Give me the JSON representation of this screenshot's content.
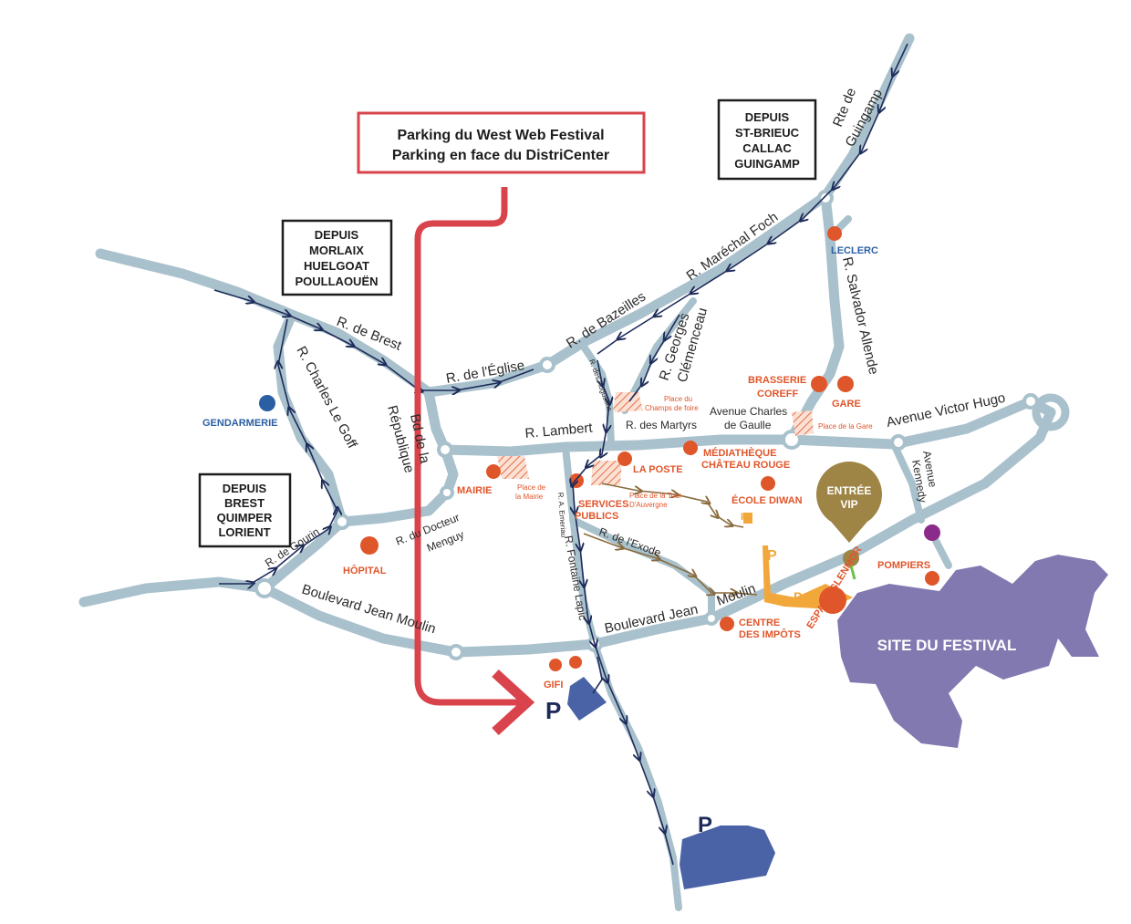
{
  "callout": {
    "line1": "Parking du West Web Festival",
    "line2": "Parking en face du DistriCenter"
  },
  "origin_boxes": {
    "st_brieuc": [
      "DEPUIS",
      "ST-BRIEUC",
      "CALLAC",
      "GUINGAMP"
    ],
    "morlaix": [
      "DEPUIS",
      "MORLAIX",
      "HUELGOAT",
      "POULLAOUËN"
    ],
    "brest": [
      "DEPUIS",
      "BREST",
      "QUIMPER",
      "LORIENT"
    ]
  },
  "streets": {
    "rte_guingamp_1": "Rte de",
    "rte_guingamp_2": "Guingamp",
    "marechal_foch": "R. Maréchal Foch",
    "salvador_allende": "R. Salvador Allende",
    "bazeilles": "R. de Bazeilles",
    "georges_1": "R. Georges",
    "georges_2": "Clémenceau",
    "augustins": "R. des Augustins",
    "brest": "R. de Brest",
    "eglise": "R. de l'Église",
    "charles_le_goff": "R. Charles Le Goff",
    "republique_1": "Bd de la",
    "republique_2": "République",
    "lambert": "R. Lambert",
    "martyrs": "R. des Martyrs",
    "charles_de_gaulle_1": "Avenue Charles",
    "charles_de_gaulle_2": "de Gaulle",
    "victor_hugo": "Avenue Victor Hugo",
    "kennedy_1": "Avenue",
    "kennedy_2": "Kennedy",
    "emeriau": "R. A. Emeriau",
    "fontaine_lapic": "R. Fontaine Lapic",
    "exode": "R. de l'Exode",
    "docteur_1": "R. du Docteur",
    "docteur_2": "Menguy",
    "gourin": "R. de Gourin",
    "jean_moulin_west": "Boulevard Jean Moulin",
    "jean_moulin_east_1": "Boulevard Jean",
    "jean_moulin_east_2": "Moulin"
  },
  "places": {
    "champ_de_foire_1": "Place du",
    "champ_de_foire_2": "Champs de foire",
    "mairie_1": "Place de",
    "mairie_2": "la Mairie",
    "tour_auvergne_1": "Place de la Tour",
    "tour_auvergne_2": "D'Auvergne",
    "gare": "Place de la Gare"
  },
  "pois": {
    "leclerc": "LECLERC",
    "brasserie_1": "BRASSERIE",
    "brasserie_2": "COREFF",
    "gare": "GARE",
    "gendarmerie": "GENDARMERIE",
    "mairie": "MAIRIE",
    "la_poste": "LA POSTE",
    "mediatheque_1": "MÉDIATHÈQUE",
    "mediatheque_2": "CHÂTEAU ROUGE",
    "ecole_diwan": "ÉCOLE DIWAN",
    "services_1": "SERVICES",
    "services_2": "PUBLICS",
    "hopital": "HÔPITAL",
    "pompiers": "POMPIERS",
    "impots_1": "CENTRE",
    "impots_2": "DES IMPÔTS",
    "glenmor": "ESPACE GLENMOR",
    "gifi": "GIFI"
  },
  "entree_vip": {
    "line1": "ENTRÉE",
    "line2": "VIP"
  },
  "site_festival": "SITE DU FESTIVAL",
  "parking_symbol": "P",
  "colors": {
    "road": "#a9c1cc",
    "poi": "#e0562b",
    "festival": "#8179b0",
    "parking_blue": "#4a63a6",
    "parking_orange": "#f2a73a",
    "callout_red": "#d9434b",
    "vip": "#9e8546",
    "navy": "#1d2b5a"
  }
}
